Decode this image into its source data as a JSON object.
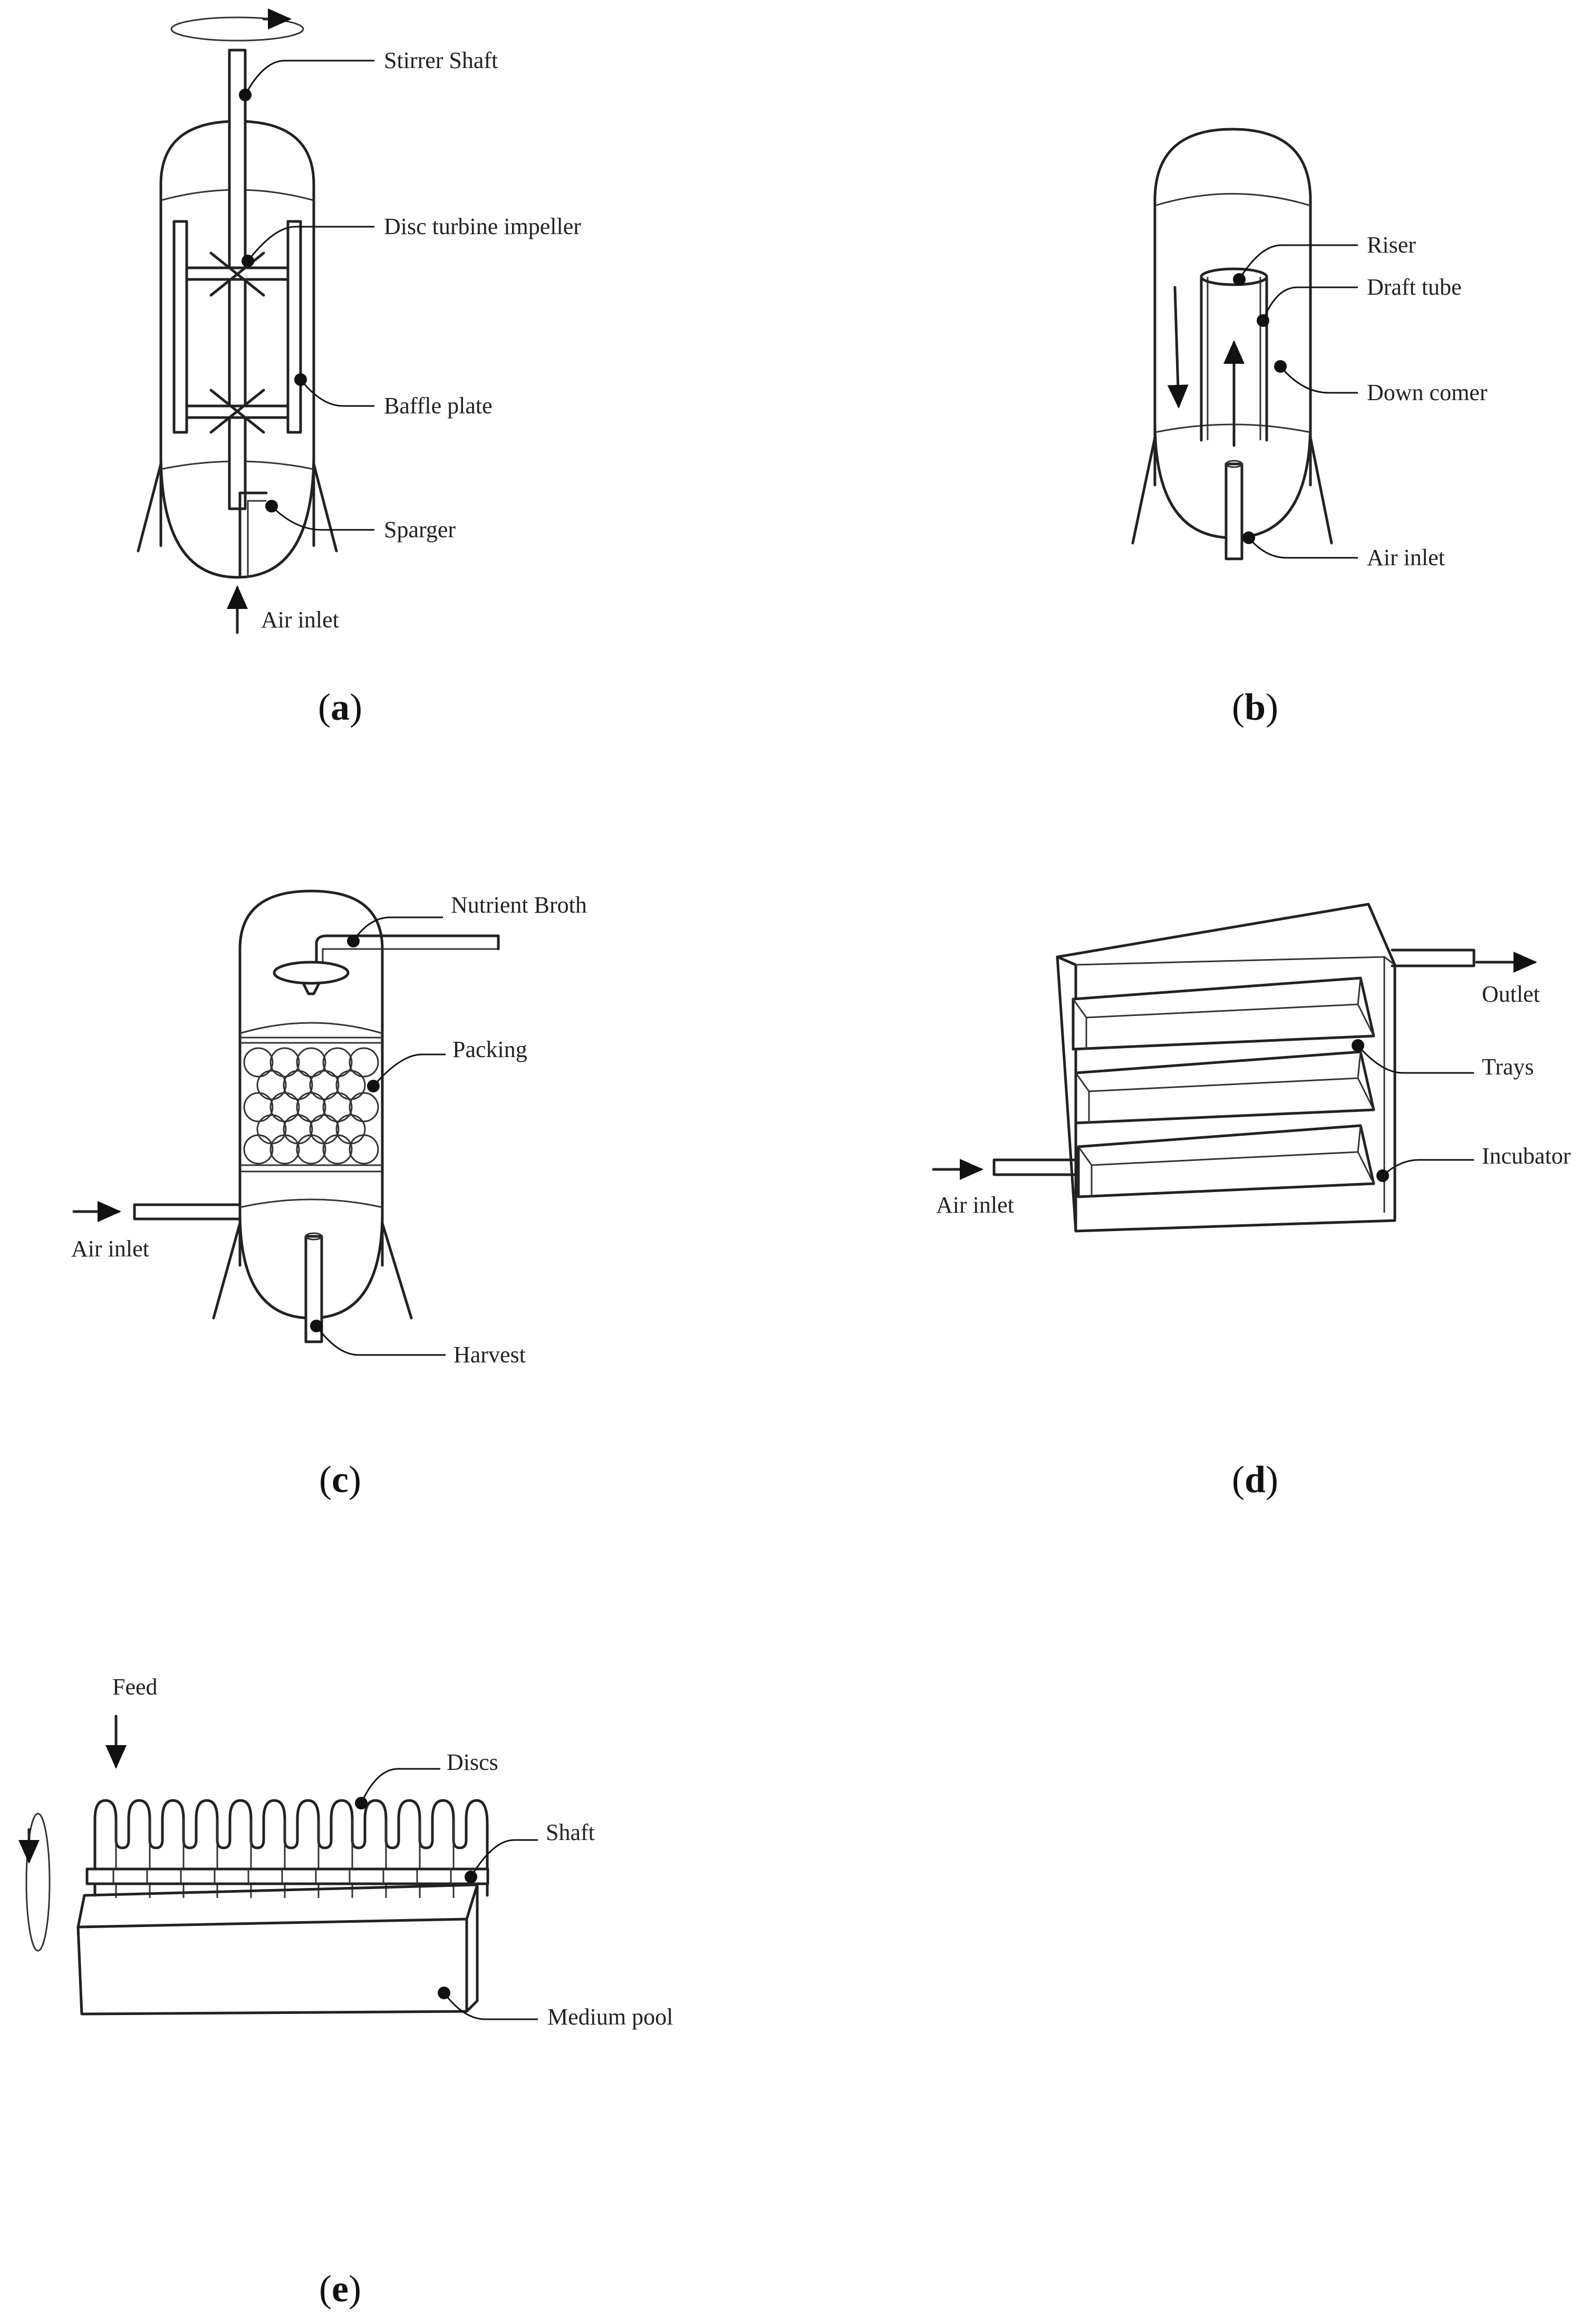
{
  "panels": {
    "a": {
      "caption_letter": "a",
      "labels": {
        "stirrer_shaft": "Stirrer Shaft",
        "disc_turbine_impeller": "Disc turbine impeller",
        "baffle_plate": "Baffle plate",
        "sparger": "Sparger",
        "air_inlet": "Air inlet"
      }
    },
    "b": {
      "caption_letter": "b",
      "labels": {
        "riser": "Riser",
        "draft_tube": "Draft tube",
        "down_comer": "Down comer",
        "air_inlet": "Air inlet"
      }
    },
    "c": {
      "caption_letter": "c",
      "labels": {
        "nutrient_broth": "Nutrient Broth",
        "packing": "Packing",
        "air_inlet": "Air inlet",
        "harvest": "Harvest"
      }
    },
    "d": {
      "caption_letter": "d",
      "labels": {
        "outlet": "Outlet",
        "trays": "Trays",
        "incubator": "Incubator",
        "air_inlet": "Air inlet"
      }
    },
    "e": {
      "caption_letter": "e",
      "labels": {
        "feed": "Feed",
        "discs": "Discs",
        "shaft": "Shaft",
        "medium_pool": "Medium pool"
      }
    }
  }
}
